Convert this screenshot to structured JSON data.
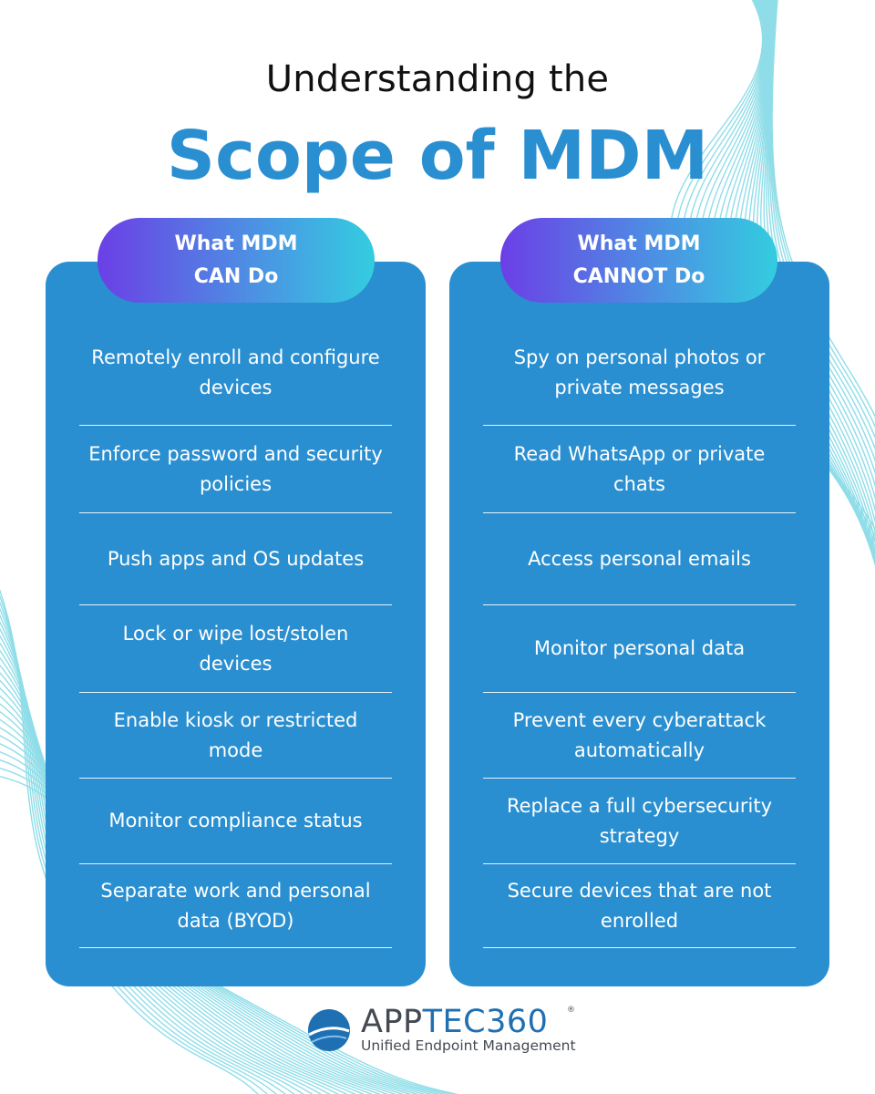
{
  "header": {
    "subtitle": "Understanding the",
    "title": "Scope of MDM"
  },
  "columns": [
    {
      "heading_line1": "What MDM",
      "heading_line2": "CAN Do",
      "items": [
        "Remotely enroll and configure devices",
        "Enforce password and security policies",
        "Push apps and OS updates",
        "Lock or wipe lost/stolen devices",
        "Enable kiosk or restricted mode",
        "Monitor compliance status",
        "Separate work and personal data (BYOD)"
      ]
    },
    {
      "heading_line1": "What MDM",
      "heading_line2": "CANNOT Do",
      "items": [
        "Spy on personal photos or private messages",
        "Read WhatsApp or private chats",
        "Access personal emails",
        "Monitor personal data",
        "Prevent every cyberattack automatically",
        "Replace a full cybersecurity strategy",
        "Secure devices that are not enrolled"
      ]
    }
  ],
  "brand": {
    "name_part1": "APP",
    "name_part2": "TEC360",
    "registered": "®",
    "tagline": "Unified Endpoint Management",
    "logo_icon": "globe-icon"
  },
  "colors": {
    "accent_blue": "#2a8fd1",
    "card_blue": "#2a8fd0",
    "pill_gradient_start": "#6b3fe6",
    "pill_gradient_end": "#33cde0",
    "decor_lines": "#8fdde8"
  }
}
